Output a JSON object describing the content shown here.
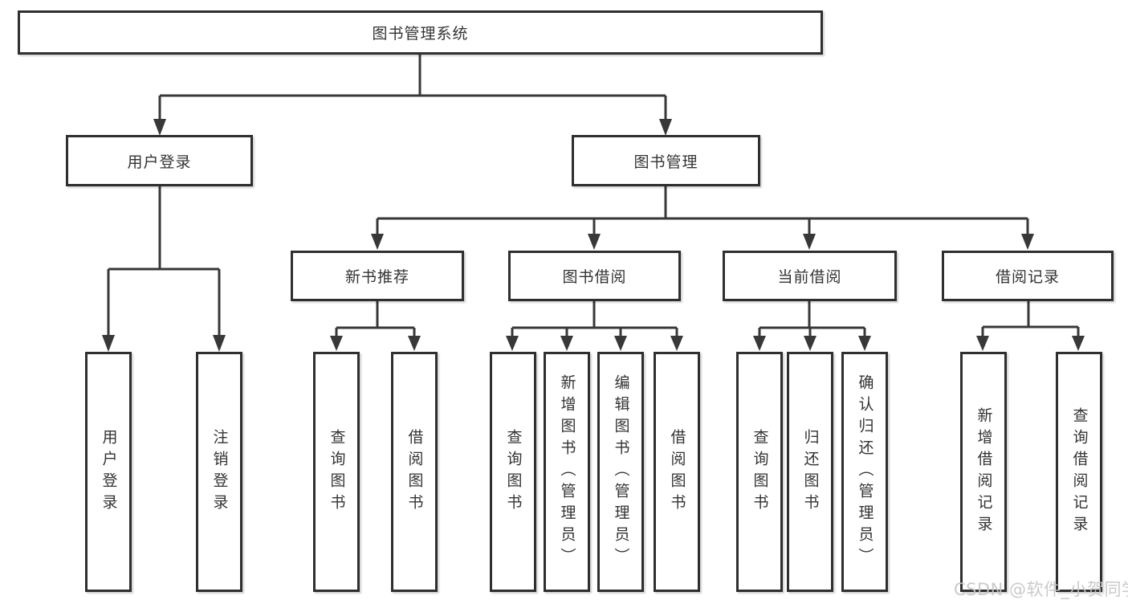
{
  "diagram": {
    "root": {
      "label": "图书管理系统"
    },
    "branches": [
      {
        "label": "用户登录",
        "children": [
          {
            "label": "用户登录"
          },
          {
            "label": "注销登录"
          }
        ]
      },
      {
        "label": "图书管理",
        "children": [
          {
            "label": "新书推荐",
            "children": [
              {
                "label": "查询图书"
              },
              {
                "label": "借阅图书"
              }
            ]
          },
          {
            "label": "图书借阅",
            "children": [
              {
                "label": "查询图书"
              },
              {
                "label": "新增图书（管理员）"
              },
              {
                "label": "编辑图书（管理员）"
              },
              {
                "label": "借阅图书"
              }
            ]
          },
          {
            "label": "当前借阅",
            "children": [
              {
                "label": "查询图书"
              },
              {
                "label": "归还图书"
              },
              {
                "label": "确认归还（管理员）"
              }
            ]
          },
          {
            "label": "借阅记录",
            "children": [
              {
                "label": "新增借阅记录"
              },
              {
                "label": "查询借阅记录"
              }
            ]
          }
        ]
      }
    ]
  },
  "watermark": "CSDN @软件_小贺同学",
  "colors": {
    "line": "#383838",
    "border": "#2f2f2f",
    "text": "#333333",
    "watermark": "#c5c5c5",
    "background": "#ffffff"
  }
}
